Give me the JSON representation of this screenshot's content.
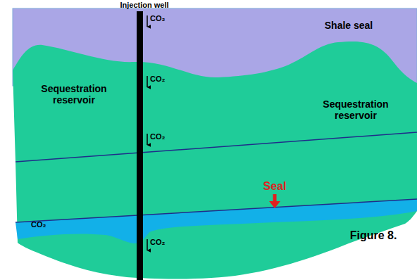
{
  "diagram": {
    "caption": "Figure 8.",
    "labels": [
      "Injection well",
      "Shale seal",
      "CO₂",
      "Sequestration reservoir",
      "Sequestration reservoir",
      "CO₂",
      "CO₂",
      "Seal",
      "CO₂",
      "CO₂"
    ]
  }
}
